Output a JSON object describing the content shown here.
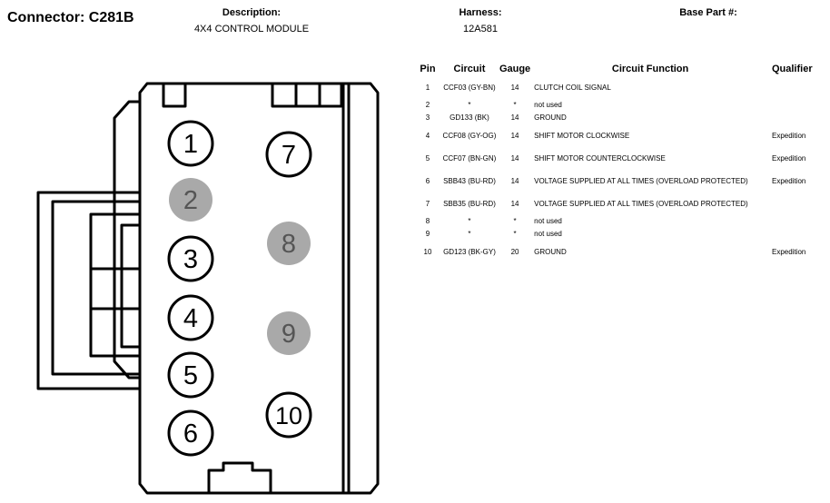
{
  "header": {
    "connector": "Connector: C281B",
    "description_label": "Description:",
    "description_value": "4X4 CONTROL MODULE",
    "harness_label": "Harness:",
    "harness_value": "12A581",
    "base_part_label": "Base Part #:"
  },
  "colors": {
    "pin_active": "#ffffff",
    "pin_unused": "#a9a9a9",
    "stroke": "#000000"
  },
  "diagram": {
    "pins": [
      {
        "label": "1",
        "used": true
      },
      {
        "label": "2",
        "used": false
      },
      {
        "label": "3",
        "used": true
      },
      {
        "label": "4",
        "used": true
      },
      {
        "label": "5",
        "used": true
      },
      {
        "label": "6",
        "used": true
      },
      {
        "label": "7",
        "used": true
      },
      {
        "label": "8",
        "used": false
      },
      {
        "label": "9",
        "used": false
      },
      {
        "label": "10",
        "used": true
      }
    ]
  },
  "table": {
    "columns": [
      "Pin",
      "Circuit",
      "Gauge",
      "Circuit Function",
      "Qualifier"
    ],
    "rows": [
      {
        "pin": "1",
        "circuit": "CCF03 (GY-BN)",
        "gauge": "14",
        "function": "CLUTCH COIL SIGNAL",
        "qualifier": ""
      },
      {
        "pin": "2",
        "circuit": "*",
        "gauge": "*",
        "function": "not used",
        "qualifier": ""
      },
      {
        "pin": "3",
        "circuit": "GD133 (BK)",
        "gauge": "14",
        "function": "GROUND",
        "qualifier": ""
      },
      {
        "pin": "4",
        "circuit": "CCF08 (GY-OG)",
        "gauge": "14",
        "function": "SHIFT MOTOR CLOCKWISE",
        "qualifier": "Expedition"
      },
      {
        "pin": "5",
        "circuit": "CCF07 (BN-GN)",
        "gauge": "14",
        "function": "SHIFT MOTOR COUNTERCLOCKWISE",
        "qualifier": "Expedition"
      },
      {
        "pin": "6",
        "circuit": "SBB43 (BU-RD)",
        "gauge": "14",
        "function": "VOLTAGE SUPPLIED AT ALL TIMES (OVERLOAD PROTECTED)",
        "qualifier": "Expedition"
      },
      {
        "pin": "7",
        "circuit": "SBB35 (BU-RD)",
        "gauge": "14",
        "function": "VOLTAGE SUPPLIED AT ALL TIMES (OVERLOAD PROTECTED)",
        "qualifier": ""
      },
      {
        "pin": "8",
        "circuit": "*",
        "gauge": "*",
        "function": "not used",
        "qualifier": ""
      },
      {
        "pin": "9",
        "circuit": "*",
        "gauge": "*",
        "function": "not used",
        "qualifier": ""
      },
      {
        "pin": "10",
        "circuit": "GD123 (BK-GY)",
        "gauge": "20",
        "function": "GROUND",
        "qualifier": "Expedition"
      }
    ]
  }
}
